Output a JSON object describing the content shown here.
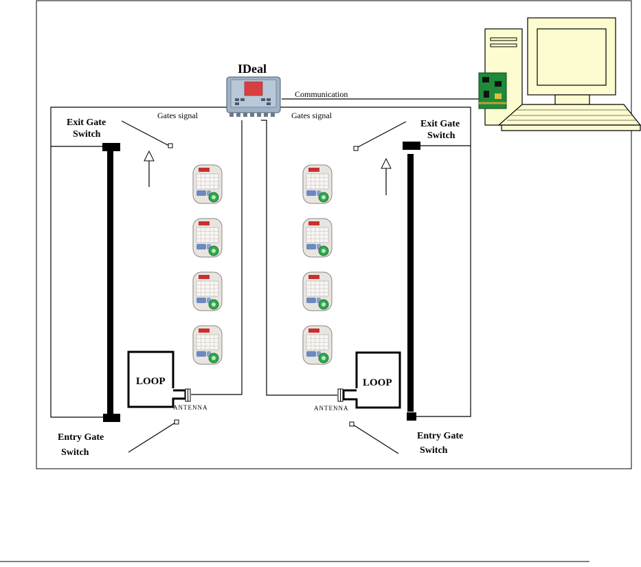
{
  "device": {
    "name": "IDeal"
  },
  "labels": {
    "communication": "Communication",
    "gates_signal_left": "Gates signal",
    "gates_signal_right": "Gates signal"
  },
  "left_lane": {
    "exit_switch_line1": "Exit Gate",
    "exit_switch_line2": "Switch",
    "entry_switch_line1": "Entry Gate",
    "entry_switch_line2": "Switch",
    "loop_label": "LOOP",
    "antenna_label": "ANTENNA"
  },
  "right_lane": {
    "exit_switch_line1": "Exit Gate",
    "exit_switch_line2": "Switch",
    "entry_switch_line1": "Entry Gate",
    "entry_switch_line2": "Switch",
    "loop_label": "LOOP",
    "antenna_label": "ANTENNA"
  },
  "icons": {
    "controller": "controller-unit-icon",
    "computer": "desktop-computer-icon",
    "network_card": "network-card-icon",
    "reader": "handheld-reader-icon"
  },
  "colors": {
    "line": "#000000",
    "controller_body": "#9fb3c8",
    "controller_display": "#d84040",
    "computer_body": "#fdfbd0",
    "card_green": "#1e8a3a",
    "reader_body": "#e8e4e0",
    "reader_display": "#c83030",
    "reader_button": "#2fa84a"
  }
}
